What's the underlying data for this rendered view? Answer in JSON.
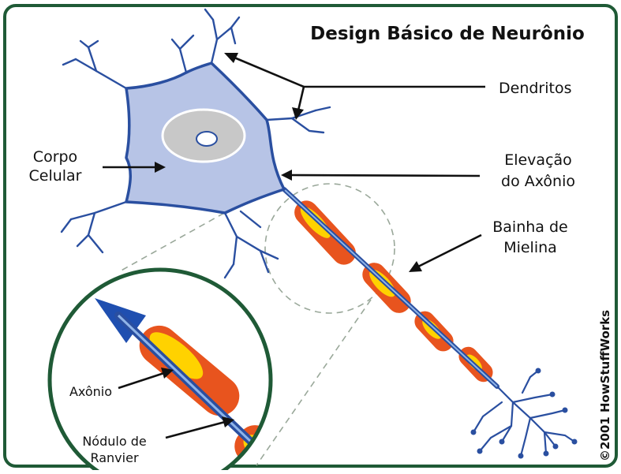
{
  "title": "Design Básico de Neurônio",
  "labels": {
    "dendrites": "Dendritos",
    "cell_body_1": "Corpo",
    "cell_body_2": "Celular",
    "axon_hillock_1": "Elevação",
    "axon_hillock_2": "do Axônio",
    "myelin_1": "Bainha de",
    "myelin_2": "Mielina",
    "axon": "Axônio",
    "node_1": "Nódulo de",
    "node_2": "Ranvier"
  },
  "credit": "©2001 HowStuffWorks",
  "colors": {
    "frame": "#1f5a36",
    "neuron_outline": "#2a4fa0",
    "cell_fill": "#b7c4e6",
    "nucleus": "#c8c8c8",
    "myelin_outer": "#e8541e",
    "myelin_inner": "#ffd200",
    "axon_core": "#8fb4e8"
  }
}
